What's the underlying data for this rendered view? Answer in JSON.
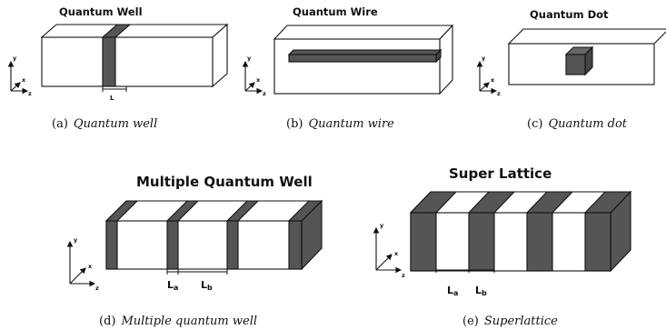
{
  "panels": {
    "well": {
      "title": "Quantum Well",
      "tag": "(a)",
      "caption": "Quantum well",
      "dim": "L"
    },
    "wire": {
      "title": "Quantum Wire",
      "tag": "(b)",
      "caption": "Quantum wire"
    },
    "dot": {
      "title": "Quantum Dot",
      "tag": "(c)",
      "caption": "Quantum dot"
    },
    "mqw": {
      "title": "Multiple Quantum Well",
      "tag": "(d)",
      "caption": "Multiple quantum well",
      "dim_a": "L",
      "dim_a_sub": "a",
      "dim_b": "L",
      "dim_b_sub": "b"
    },
    "sl": {
      "title": "Super Lattice",
      "tag": "(e)",
      "caption": "Superlattice",
      "dim_a": "L",
      "dim_a_sub": "a",
      "dim_b": "L",
      "dim_b_sub": "b"
    }
  },
  "axes": {
    "x": "x",
    "y": "y",
    "z": "z"
  },
  "colors": {
    "barrier": "#ffffff",
    "well": "#555555",
    "outline": "#111111"
  }
}
